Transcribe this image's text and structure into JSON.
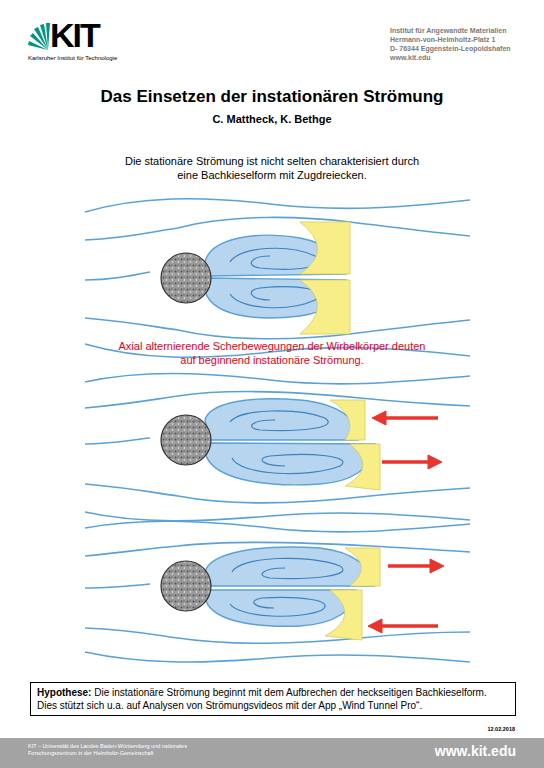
{
  "diagram": {
    "title": "Das Einsetzen der instationären Strömung",
    "nodes": [
      {
        "text": [
          "Hypothese:",
          "Die instationäre Strömung beginnt mit dem Aufbrechen der heckseitigen Bachkieselform. Dies stützt sich u.a. auf Analysen von Strömungsvideos mit der App „Wind Tunnel Pro“."
        ]
      }
    ],
    "labels": [
      "KIT",
      "Karlsruher Institut für Technologie",
      "Institut für Angewandte Materialien",
      "Hermann-von-Helmholtz-Platz 1",
      "D- 76344 Eggenstein-Leopoldshafen",
      "www.kit.edu",
      "C. Mattheck, K. Bethge",
      "Die stationäre Strömung ist nicht selten charakterisiert durch eine Bachkieselform mit Zugdreiecken.",
      "Axial alternierende Scherbewegungen der Wirbelkörper deuten auf beginnend instationäre Strömung.",
      "12.02.2018",
      "KIT – Universität des Landes Baden-Württemberg und nationales Forschungszentrum in der Helmholtz-Gemeinschaft",
      "www.kit.edu"
    ]
  }
}
